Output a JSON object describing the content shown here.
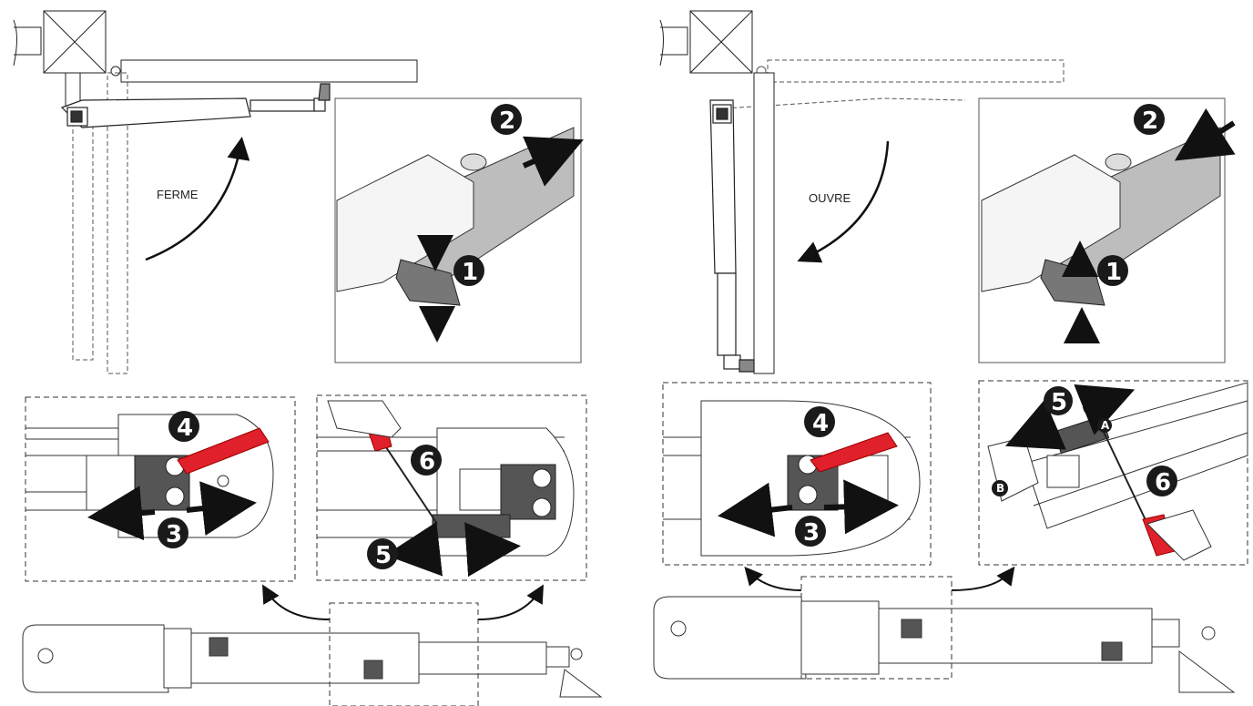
{
  "labels": {
    "close": "FERME",
    "open": "OUVRE"
  },
  "steps": {
    "s1": "1",
    "s2": "2",
    "s3": "3",
    "s4": "4",
    "s5": "5",
    "s6": "6",
    "a": "A",
    "b": "B"
  },
  "colors": {
    "tool_red": "#e0202a",
    "step_badge": "#1a1a1a",
    "line": "#222222",
    "bracket_gray": "#555555",
    "rail_gray": "#bdbdbd"
  }
}
